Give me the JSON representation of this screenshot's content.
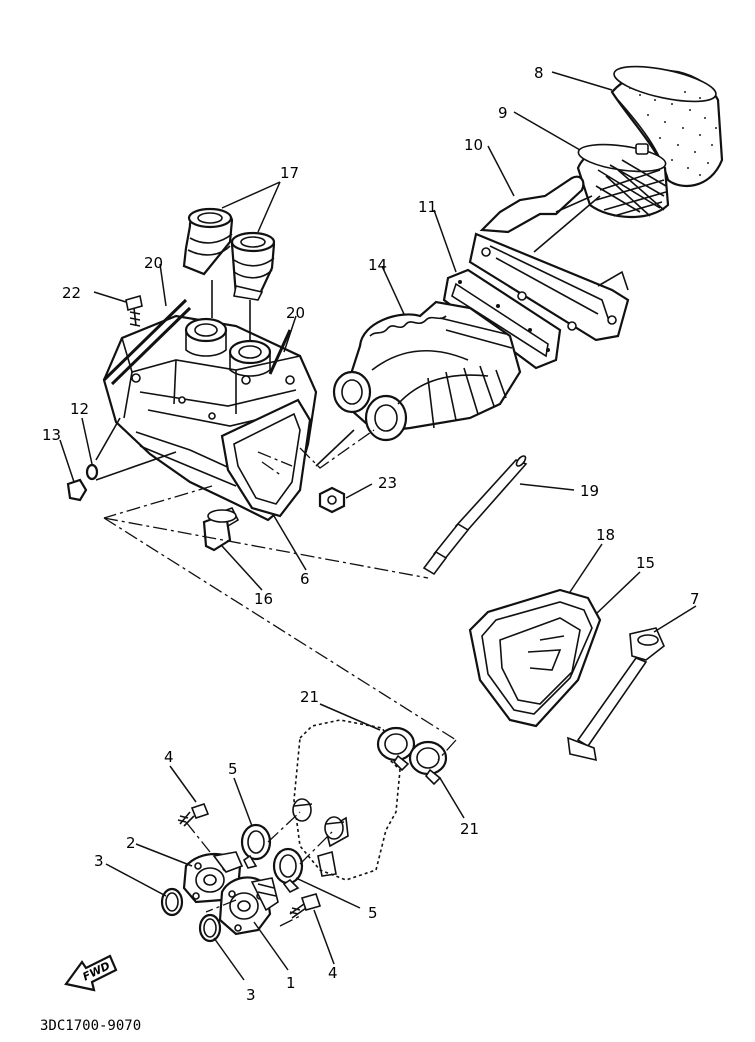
{
  "diagram_code": "3DC1700-9070",
  "fwd_label": "FWD",
  "callouts": {
    "c1": "1",
    "c2": "2",
    "c3a": "3",
    "c3b": "3",
    "c4a": "4",
    "c4b": "4",
    "c5a": "5",
    "c5b": "5",
    "c6": "6",
    "c7": "7",
    "c8": "8",
    "c9": "9",
    "c10": "10",
    "c11": "11",
    "c12": "12",
    "c13": "13",
    "c14": "14",
    "c15": "15",
    "c16": "16",
    "c17": "17",
    "c18": "18",
    "c19": "19",
    "c20a": "20",
    "c20b": "20",
    "c21a": "21",
    "c21b": "21",
    "c22": "22",
    "c23": "23"
  }
}
